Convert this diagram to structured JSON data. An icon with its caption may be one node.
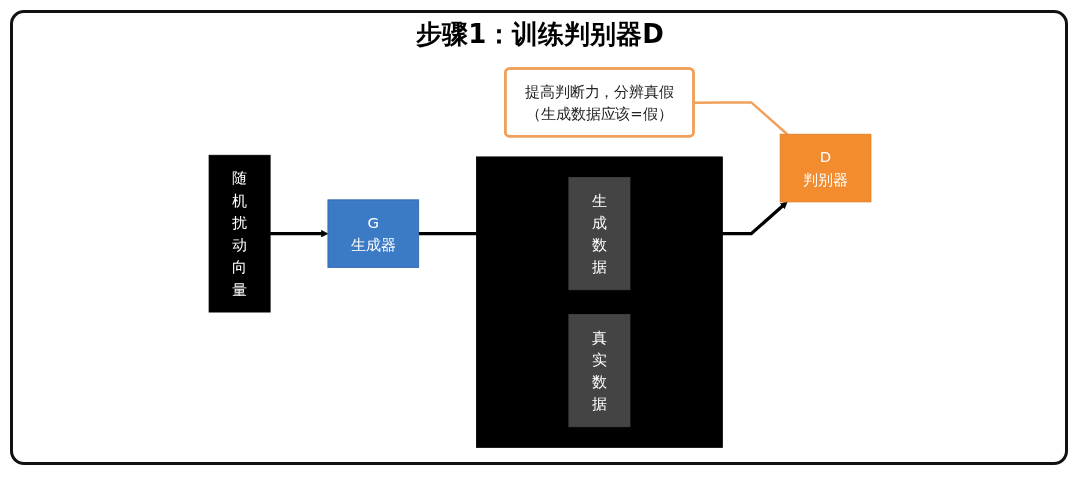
{
  "diagram": {
    "title": "步骤1：训练判别器D",
    "nodes": [
      {
        "text": [
          "随机扰动向量"
        ]
      },
      {
        "text": [
          "G",
          "生成器"
        ]
      },
      {
        "text": [],
        "shape": "box"
      },
      {
        "text": [
          "生成数据"
        ],
        "in": 2
      },
      {
        "text": [
          "真实数据"
        ],
        "in": 2
      },
      {
        "text": [
          "D",
          "判别器"
        ]
      },
      {
        "text": [
          "提高判断力，分辨真假（生成数据应该=假）"
        ]
      }
    ],
    "edges": [
      {
        "from": 0,
        "to": 1,
        "arrow": "to"
      },
      {
        "from": 1,
        "to": 3,
        "arrow": "to"
      },
      {
        "from": 2,
        "to": 5,
        "arrow": "to"
      },
      {
        "from": 6,
        "to": 5,
        "arrow": "none",
        "color": "#f0a05a"
      }
    ]
  }
}
